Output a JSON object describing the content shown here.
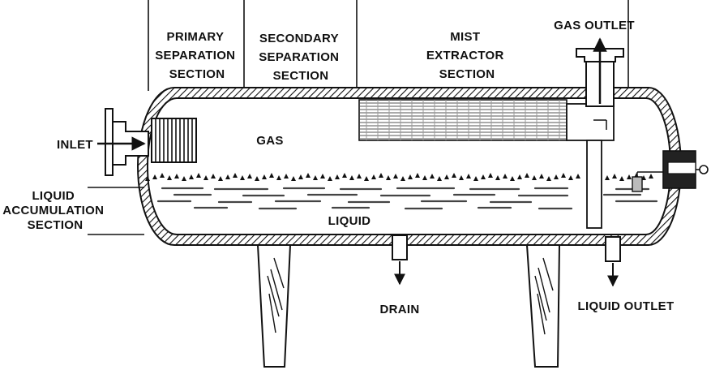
{
  "colors": {
    "ink": "#111111",
    "background": "#ffffff",
    "hatch": "#111111"
  },
  "labels": {
    "primary": [
      "PRIMARY",
      "SEPARATION",
      "SECTION"
    ],
    "secondary": [
      "SECONDARY",
      "SEPARATION",
      "SECTION"
    ],
    "mist": [
      "MIST",
      "EXTRACTOR",
      "SECTION"
    ],
    "gas_outlet": "GAS OUTLET",
    "inlet": "INLET",
    "gas": "GAS",
    "liquid_accumulation": [
      "LIQUID",
      "ACCUMULATION",
      "SECTION"
    ],
    "liquid": "LIQUID",
    "drain": "DRAIN",
    "liquid_outlet": "LIQUID OUTLET"
  }
}
